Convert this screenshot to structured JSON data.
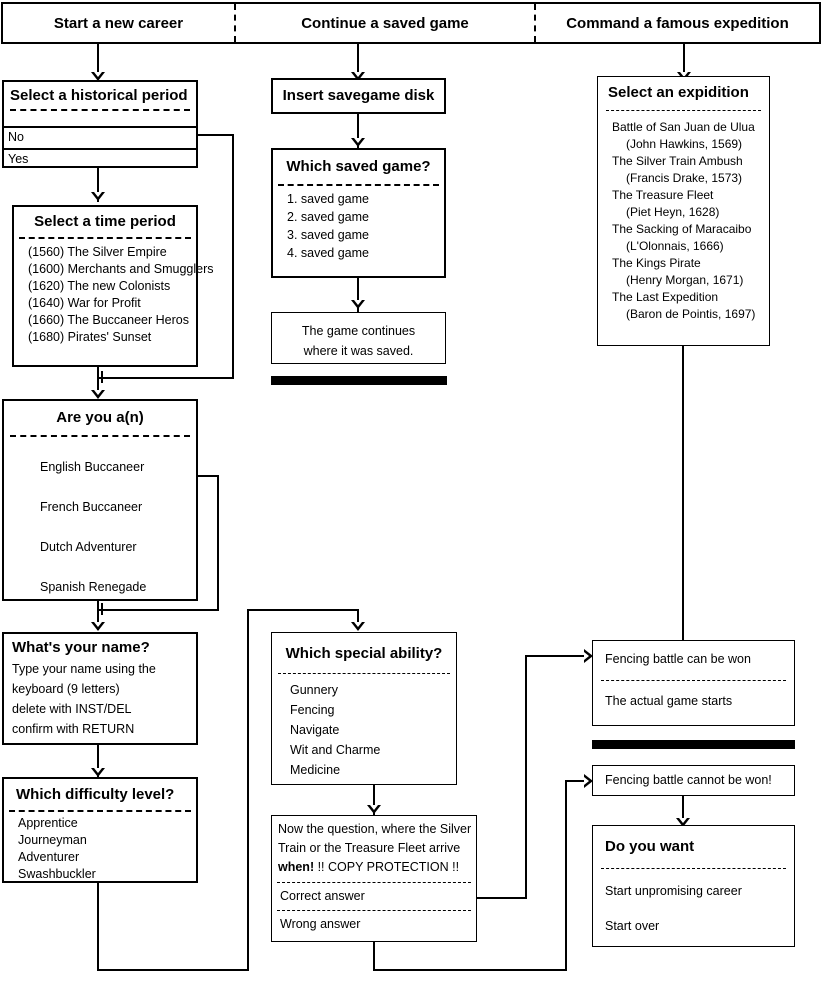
{
  "header": {
    "columns": [
      {
        "label": "Start a new career"
      },
      {
        "label": "Continue a saved game"
      },
      {
        "label": "Command a famous expedition"
      }
    ]
  },
  "nodes": {
    "historical_period": {
      "title": "Select a historical period",
      "options": [
        "No",
        "Yes"
      ]
    },
    "time_period": {
      "title": "Select a time period",
      "options": [
        "(1560) The Silver Empire",
        "(1600) Merchants and Smugglers",
        "(1620) The new Colonists",
        "(1640) War for Profit",
        "(1660) The Buccaneer Heros",
        "(1680) Pirates' Sunset"
      ]
    },
    "are_you": {
      "title": "Are you a(n)",
      "options": [
        "English Buccaneer",
        "French Buccaneer",
        "Dutch Adventurer",
        "Spanish Renegade"
      ]
    },
    "your_name": {
      "title": "What's your name?",
      "lines": [
        "Type your name using the",
        " keyboard (9 letters)",
        "delete with INST/DEL",
        "confirm with RETURN"
      ]
    },
    "difficulty": {
      "title": "Which difficulty level?",
      "options": [
        "Apprentice",
        "Journeyman",
        "Adventurer",
        "Swashbuckler"
      ]
    },
    "insert_disk": {
      "title": "Insert savegame disk"
    },
    "which_saved_game": {
      "title": "Which saved game?",
      "options": [
        "1. saved game",
        "2. saved game",
        "3. saved game",
        "4. saved game"
      ]
    },
    "game_continues": {
      "lines": [
        "The game continues",
        "where it was saved."
      ]
    },
    "expedition": {
      "title": "Select an expidition",
      "entries": [
        {
          "name": "Battle of San Juan de Ulua",
          "credit": "(John Hawkins, 1569)"
        },
        {
          "name": "The Silver Train Ambush",
          "credit": "(Francis Drake, 1573)"
        },
        {
          "name": "The Treasure Fleet",
          "credit": "(Piet Heyn, 1628)"
        },
        {
          "name": "The Sacking of Maracaibo",
          "credit": "(L'Olonnais, 1666)"
        },
        {
          "name": "The Kings Pirate",
          "credit": "(Henry Morgan, 1671)"
        },
        {
          "name": "The Last Expedition",
          "credit": "(Baron de Pointis, 1697)"
        }
      ]
    },
    "special_ability": {
      "title": "Which special ability?",
      "options": [
        "Gunnery",
        "Fencing",
        "Navigate",
        "Wit and Charme",
        "Medicine"
      ]
    },
    "copy_protection": {
      "line1": "Now the question, where the Silver",
      "line2": "Train or the Treasure Fleet arrive",
      "line3_bold": "when!",
      "line3_rest": " !! COPY PROTECTION !!",
      "correct": "Correct answer",
      "wrong": "Wrong answer"
    },
    "fencing_won": {
      "line1": "Fencing battle can be won",
      "line2": "The actual game starts"
    },
    "fencing_lost": {
      "line1": "Fencing battle cannot be won!"
    },
    "do_you_want": {
      "title": "Do you want",
      "options": [
        "Start unpromising career",
        "Start over"
      ]
    }
  },
  "colors": {
    "stroke": "#000000",
    "background": "#ffffff"
  }
}
